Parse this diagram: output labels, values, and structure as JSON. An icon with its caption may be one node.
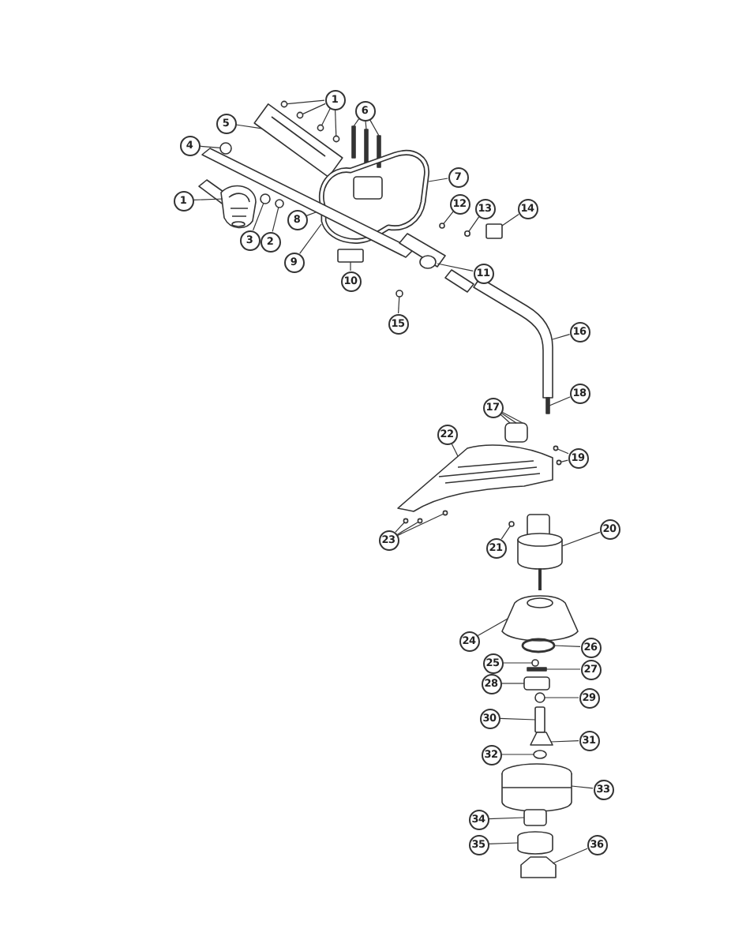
{
  "diagram": {
    "nodes": [
      {
        "text": [
          "1"
        ]
      },
      {
        "text": [
          "6"
        ]
      },
      {
        "text": [
          "5"
        ]
      },
      {
        "text": [
          "4"
        ]
      },
      {
        "text": [
          "7"
        ]
      },
      {
        "text": [
          "1"
        ]
      },
      {
        "text": [
          "12"
        ]
      },
      {
        "text": [
          "13"
        ]
      },
      {
        "text": [
          "14"
        ]
      },
      {
        "text": [
          "8"
        ]
      },
      {
        "text": [
          "3"
        ]
      },
      {
        "text": [
          "2"
        ]
      },
      {
        "text": [
          "10"
        ]
      },
      {
        "text": [
          "9"
        ]
      },
      {
        "text": [
          "11"
        ]
      },
      {
        "text": [
          "15"
        ]
      },
      {
        "text": [
          "16"
        ]
      },
      {
        "text": [
          "18"
        ]
      },
      {
        "text": [
          "17"
        ]
      },
      {
        "text": [
          "22"
        ]
      },
      {
        "text": [
          "19"
        ]
      },
      {
        "text": [
          "23"
        ]
      },
      {
        "text": [
          "20"
        ]
      },
      {
        "text": [
          "21"
        ]
      },
      {
        "text": [
          "24"
        ]
      },
      {
        "text": [
          "26"
        ]
      },
      {
        "text": [
          "25"
        ]
      },
      {
        "text": [
          "27"
        ]
      },
      {
        "text": [
          "28"
        ]
      },
      {
        "text": [
          "29"
        ]
      },
      {
        "text": [
          "30"
        ]
      },
      {
        "text": [
          "31"
        ]
      },
      {
        "text": [
          "32"
        ]
      },
      {
        "text": [
          "33"
        ]
      },
      {
        "text": [
          "34"
        ]
      },
      {
        "text": [
          "35"
        ]
      },
      {
        "text": [
          "36"
        ]
      },
      {
        "text": [],
        "shape": "circle"
      },
      {
        "text": [],
        "shape": "circle"
      },
      {
        "text": [],
        "shape": "circle"
      },
      {
        "text": [],
        "shape": "circle"
      },
      {
        "text": [],
        "shape": "box"
      },
      {
        "text": [],
        "shape": "box"
      },
      {
        "text": [],
        "shape": "box"
      },
      {
        "text": [],
        "shape": "picture"
      },
      {
        "text": [],
        "shape": "circle"
      },
      {
        "text": [],
        "shape": "picture"
      },
      {
        "text": [],
        "shape": "picture"
      },
      {
        "text": [],
        "shape": "circle"
      },
      {
        "text": [],
        "shape": "circle"
      },
      {
        "text": [],
        "shape": "box"
      },
      {
        "text": [],
        "shape": "picture"
      },
      {
        "text": [],
        "shape": "circle"
      },
      {
        "text": [],
        "shape": "circle"
      },
      {
        "text": [],
        "shape": "box"
      },
      {
        "text": [],
        "shape": "picture"
      },
      {
        "text": [],
        "shape": "circle"
      },
      {
        "text": [],
        "shape": "picture"
      },
      {
        "text": [],
        "shape": "box"
      },
      {
        "text": [],
        "shape": "box"
      },
      {
        "text": [],
        "shape": "picture"
      },
      {
        "text": [],
        "shape": "circle"
      },
      {
        "text": [],
        "shape": "circle"
      },
      {
        "text": [],
        "shape": "circle"
      },
      {
        "text": [],
        "shape": "circle"
      },
      {
        "text": [],
        "shape": "circle"
      },
      {
        "text": [],
        "shape": "picture"
      },
      {
        "text": [],
        "shape": "circle"
      },
      {
        "text": [],
        "shape": "picture"
      },
      {
        "text": [],
        "shape": "circle"
      },
      {
        "text": [],
        "shape": "circle"
      },
      {
        "text": [],
        "shape": "box"
      },
      {
        "text": [],
        "shape": "box"
      },
      {
        "text": [],
        "shape": "circle"
      },
      {
        "text": [],
        "shape": "box"
      },
      {
        "text": [],
        "shape": "box"
      },
      {
        "text": [],
        "shape": "circle"
      },
      {
        "text": [],
        "shape": "picture"
      },
      {
        "text": [],
        "shape": "box"
      },
      {
        "text": [],
        "shape": "box"
      },
      {
        "text": [],
        "shape": "box"
      }
    ],
    "edges": [
      {
        "from": 0,
        "to": 37,
        "arrow": "none"
      },
      {
        "from": 0,
        "to": 38,
        "arrow": "none"
      },
      {
        "from": 0,
        "to": 39,
        "arrow": "none"
      },
      {
        "from": 0,
        "to": 40,
        "arrow": "none"
      },
      {
        "from": 1,
        "to": 41,
        "arrow": "none"
      },
      {
        "from": 1,
        "to": 42,
        "arrow": "none"
      },
      {
        "from": 1,
        "to": 43,
        "arrow": "none"
      },
      {
        "from": 2,
        "to": 44,
        "arrow": "none"
      },
      {
        "from": 3,
        "to": 45,
        "arrow": "none"
      },
      {
        "from": 4,
        "to": 46,
        "arrow": "none"
      },
      {
        "from": 5,
        "to": 47,
        "arrow": "none"
      },
      {
        "from": 6,
        "to": 48,
        "arrow": "none"
      },
      {
        "from": 7,
        "to": 49,
        "arrow": "none"
      },
      {
        "from": 8,
        "to": 50,
        "arrow": "none"
      },
      {
        "from": 9,
        "to": 51,
        "arrow": "none"
      },
      {
        "from": 10,
        "to": 52,
        "arrow": "none"
      },
      {
        "from": 11,
        "to": 53,
        "arrow": "none"
      },
      {
        "from": 12,
        "to": 54,
        "arrow": "none"
      },
      {
        "from": 13,
        "to": 46,
        "arrow": "none"
      },
      {
        "from": 14,
        "to": 55,
        "arrow": "none"
      },
      {
        "from": 15,
        "to": 56,
        "arrow": "none"
      },
      {
        "from": 16,
        "to": 57,
        "arrow": "none"
      },
      {
        "from": 17,
        "to": 58,
        "arrow": "none"
      },
      {
        "from": 18,
        "to": 59,
        "arrow": "none"
      },
      {
        "from": 18,
        "to": 59,
        "arrow": "none"
      },
      {
        "from": 18,
        "to": 59,
        "arrow": "none"
      },
      {
        "from": 19,
        "to": 60,
        "arrow": "none"
      },
      {
        "from": 20,
        "to": 61,
        "arrow": "none"
      },
      {
        "from": 20,
        "to": 62,
        "arrow": "none"
      },
      {
        "from": 21,
        "to": 63,
        "arrow": "none"
      },
      {
        "from": 21,
        "to": 64,
        "arrow": "none"
      },
      {
        "from": 21,
        "to": 65,
        "arrow": "none"
      },
      {
        "from": 22,
        "to": 66,
        "arrow": "none"
      },
      {
        "from": 23,
        "to": 67,
        "arrow": "none"
      },
      {
        "from": 24,
        "to": 68,
        "arrow": "none"
      },
      {
        "from": 25,
        "to": 69,
        "arrow": "none"
      },
      {
        "from": 26,
        "to": 70,
        "arrow": "none"
      },
      {
        "from": 27,
        "to": 71,
        "arrow": "none"
      },
      {
        "from": 28,
        "to": 72,
        "arrow": "none"
      },
      {
        "from": 29,
        "to": 73,
        "arrow": "none"
      },
      {
        "from": 30,
        "to": 74,
        "arrow": "none"
      },
      {
        "from": 31,
        "to": 75,
        "arrow": "none"
      },
      {
        "from": 32,
        "to": 76,
        "arrow": "none"
      },
      {
        "from": 33,
        "to": 77,
        "arrow": "none"
      },
      {
        "from": 34,
        "to": 78,
        "arrow": "none"
      },
      {
        "from": 35,
        "to": 79,
        "arrow": "none"
      },
      {
        "from": 36,
        "to": 80,
        "arrow": "none"
      }
    ]
  }
}
